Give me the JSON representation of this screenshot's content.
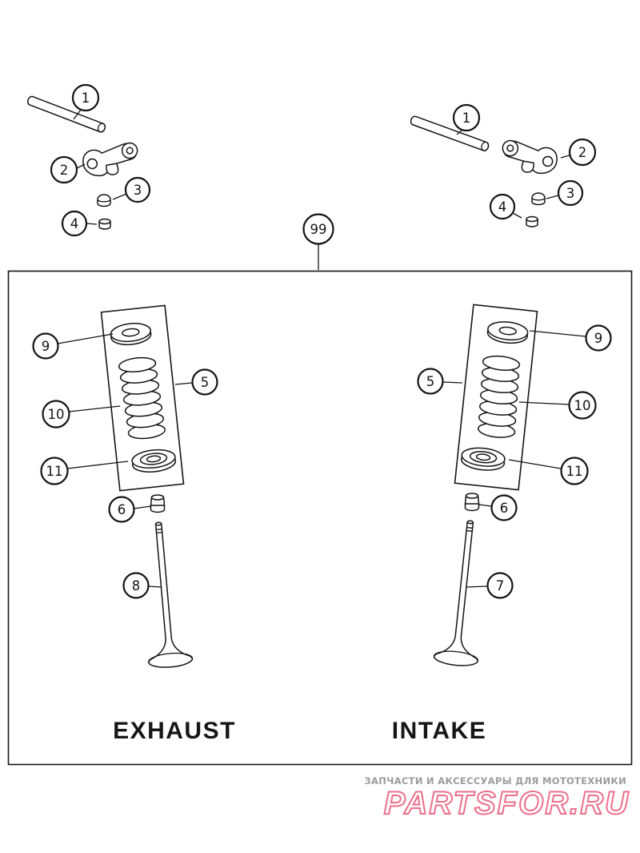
{
  "diagram": {
    "labels": {
      "exhaust": "EXHAUST",
      "intake": "INTAKE"
    },
    "callouts": {
      "rocker_left": {
        "c1": "1",
        "c2": "2",
        "c3": "3",
        "c4": "4"
      },
      "rocker_right": {
        "c1": "1",
        "c2": "2",
        "c3": "3",
        "c4": "4"
      },
      "assembly": {
        "c99": "99"
      },
      "exhaust": {
        "c5": "5",
        "c6": "6",
        "c8": "8",
        "c9": "9",
        "c10": "10",
        "c11": "11"
      },
      "intake": {
        "c5": "5",
        "c6": "6",
        "c7": "7",
        "c9": "9",
        "c10": "10",
        "c11": "11"
      }
    },
    "colors": {
      "line": "#141414"
    }
  },
  "footer": {
    "tagline": "ЗАПЧАСТИ И АКСЕССУАРЫ ДЛЯ МОТОТЕХНИКИ",
    "brand": "PARTSFOR.RU",
    "colors": {
      "brand": "#ec6f8a",
      "tagline": "#9c9c9c"
    }
  }
}
